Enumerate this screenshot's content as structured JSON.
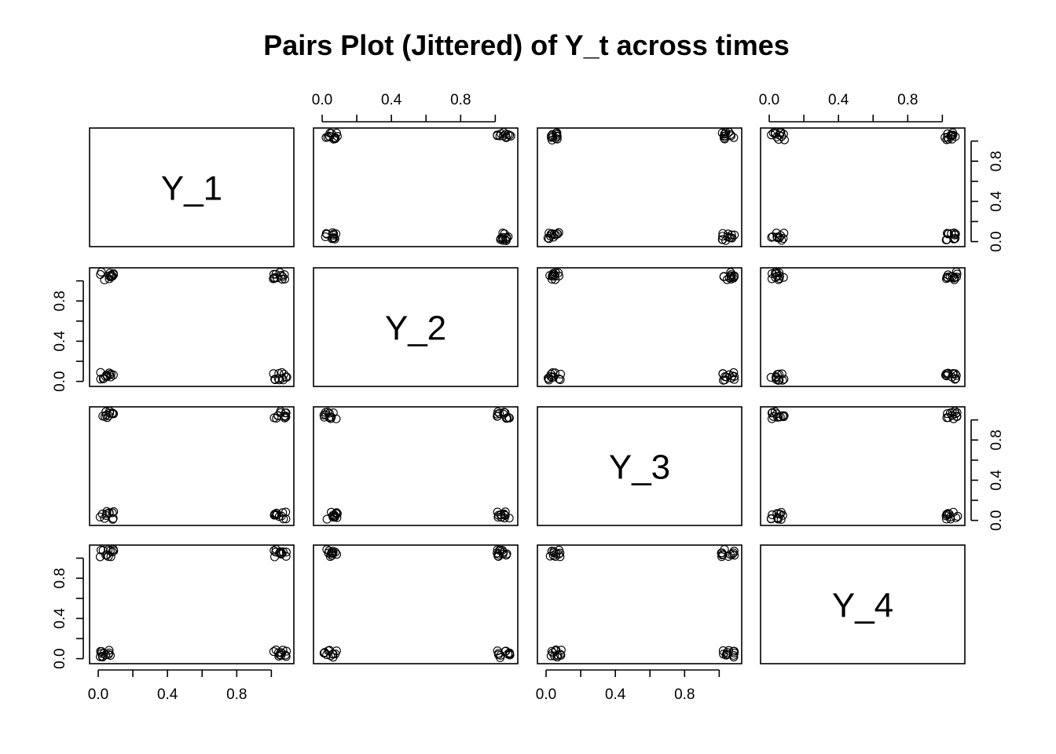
{
  "chart_data": {
    "type": "scatter",
    "title": "Pairs Plot (Jittered) of Y_t across times",
    "variables": [
      "Y_1",
      "Y_2",
      "Y_3",
      "Y_4"
    ],
    "axis_range": [
      -0.05,
      1.13
    ],
    "ticks": [
      0.0,
      0.2,
      0.4,
      0.6,
      0.8,
      1.0
    ],
    "tick_labels": [
      {
        "value": 0.0,
        "label": "0.0"
      },
      {
        "value": 0.4,
        "label": "0.4"
      },
      {
        "value": 0.8,
        "label": "0.8"
      }
    ],
    "grid": false,
    "jitter_amount": 0.04,
    "point_clusters": [
      {
        "x": 0.05,
        "y": 0.05
      },
      {
        "x": 0.05,
        "y": 1.05
      },
      {
        "x": 1.05,
        "y": 0.05
      },
      {
        "x": 1.05,
        "y": 1.05
      }
    ],
    "points_per_cluster": 12,
    "point_color": "#000000"
  }
}
